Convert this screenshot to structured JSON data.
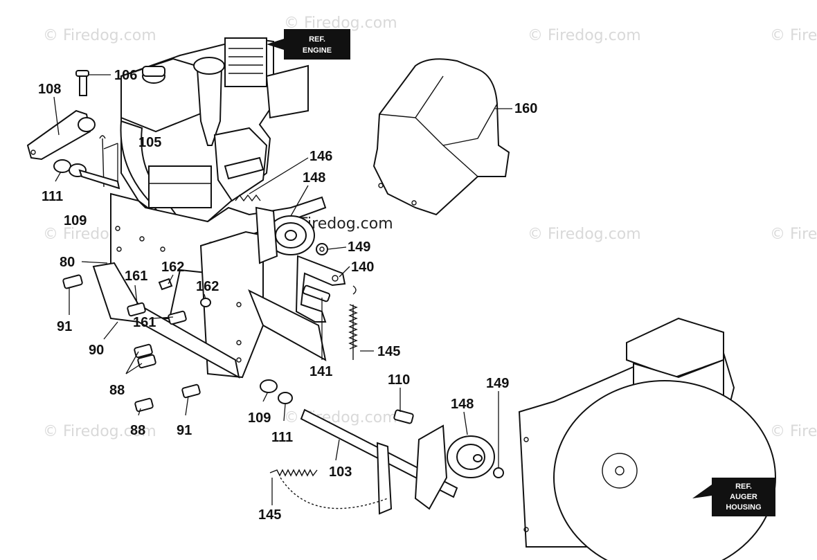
{
  "watermarks": {
    "text": "© Firedog.com",
    "edge_text": "© Fire",
    "center_text": "Firedog.com"
  },
  "callouts": {
    "ref_engine": [
      "REF.",
      "ENGINE"
    ],
    "ref_auger": [
      "REF.",
      "AUGER",
      "HOUSING"
    ]
  },
  "part_labels": {
    "p106": "106",
    "p108": "108",
    "p105": "105",
    "p111a": "111",
    "p109a": "109",
    "p80": "80",
    "p91a": "91",
    "p90": "90",
    "p88a": "88",
    "p88b": "88",
    "p91b": "91",
    "p161a": "161",
    "p161b": "161",
    "p162a": "162",
    "p162b": "162",
    "p146": "146",
    "p148a": "148",
    "p149a": "149",
    "p140": "140",
    "p145a": "145",
    "p141": "141",
    "p160": "160",
    "p110": "110",
    "p149b": "149",
    "p148b": "148",
    "p109b": "109",
    "p111b": "111",
    "p103": "103",
    "p145b": "145"
  },
  "colors": {
    "ink": "#111111",
    "callout_bg": "#111111",
    "watermark": "#d9d9d9"
  }
}
